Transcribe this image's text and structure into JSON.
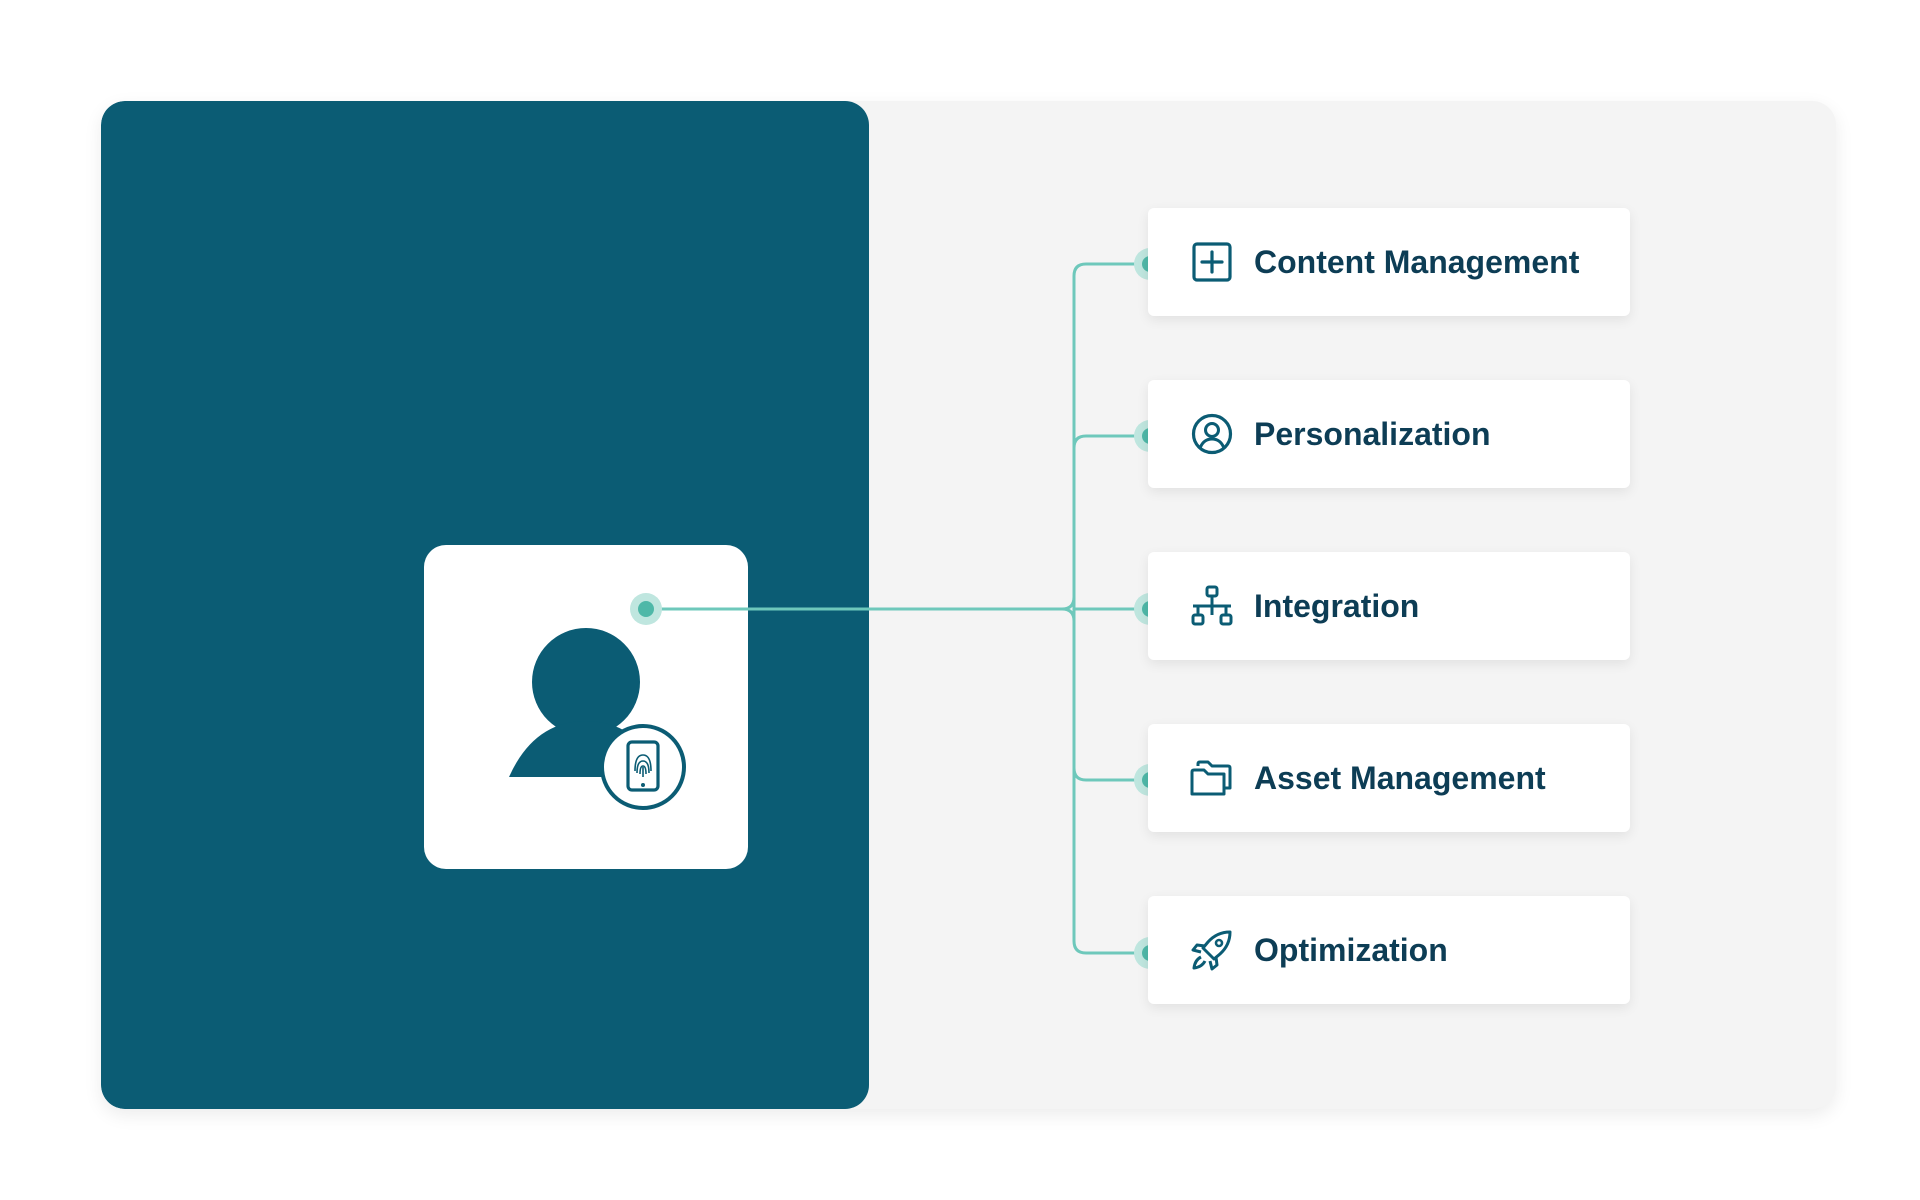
{
  "colors": {
    "background": "#ffffff",
    "panel": "#f4f4f4",
    "left_panel": "#0b5c74",
    "card": "#ffffff",
    "text": "#0d3d55",
    "connector": "#6ec8bb",
    "node_dot": "#4fb8a8",
    "node_halo": "#bfe6df",
    "icon": "#0b5c74"
  },
  "user_card": {
    "avatar_icon": "user-silhouette-icon",
    "badge_icon": "mobile-fingerprint-icon"
  },
  "items": [
    {
      "label": "Content Management",
      "icon": "plus-square-icon"
    },
    {
      "label": "Personalization",
      "icon": "user-circle-icon"
    },
    {
      "label": "Integration",
      "icon": "network-icon"
    },
    {
      "label": "Asset Management",
      "icon": "folders-icon"
    },
    {
      "label": "Optimization",
      "icon": "rocket-icon"
    }
  ]
}
